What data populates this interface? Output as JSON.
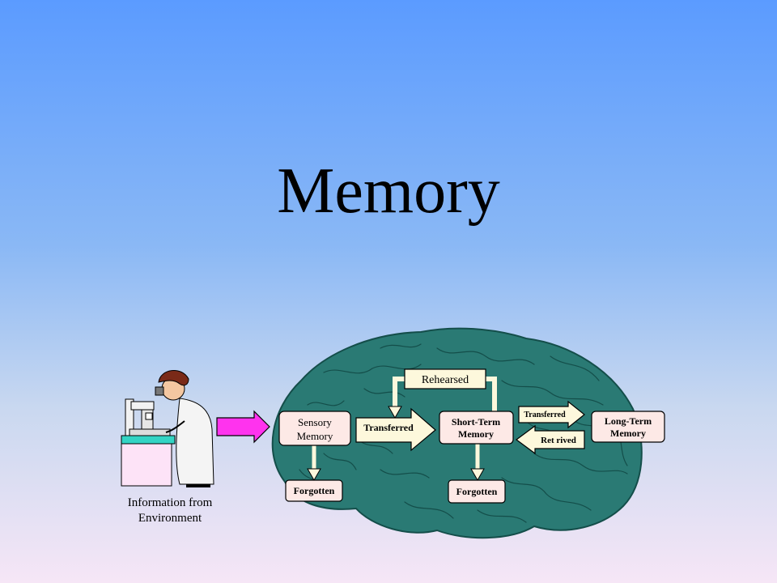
{
  "title": "Memory",
  "colors": {
    "brain": "#2a7a74",
    "brain_line": "#144e4a",
    "box_fill": "#fde9e6",
    "arrow_fill": "#fdf8dc",
    "input_arrow": "#ff33ee"
  },
  "caption": {
    "line1": "Information from",
    "line2": "Environment"
  },
  "nodes": {
    "sensory_line1": "Sensory",
    "sensory_line2": "Memory",
    "short_term_line1": "Short-Term",
    "short_term_line2": "Memory",
    "long_term_line1": "Long-Term",
    "long_term_line2": "Memory",
    "forgotten_sensory": "Forgotten",
    "forgotten_short": "Forgotten",
    "rehearsed": "Rehearsed"
  },
  "arrows": {
    "transferred_1": "Transferred",
    "transferred_2": "Transferred",
    "retrieved": "Ret rived"
  },
  "illustration": {
    "icon": "scientist-microscope-icon"
  }
}
